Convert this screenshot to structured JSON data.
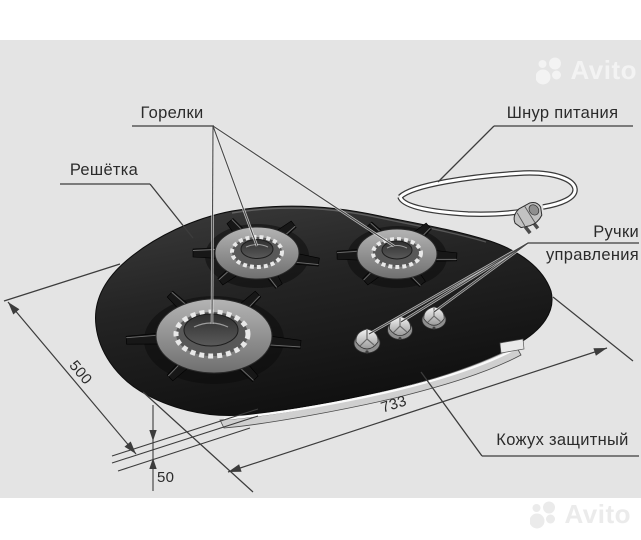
{
  "labels": {
    "burners": "Горелки",
    "grate": "Решётка",
    "power_cord": "Шнур питания",
    "control_knobs": [
      "Ручки",
      "управления"
    ],
    "protective_casing": "Кожух защитный"
  },
  "dimensions": {
    "depth": "500",
    "width": "733",
    "edge_height": "50"
  },
  "watermark": {
    "brand": "Avito"
  },
  "colors": {
    "page_bg": "#ffffff",
    "canvas_bg": "#e4e4e4",
    "line": "#3c3c3c",
    "text": "#2b2b2b",
    "glass_top": "#1f1f1f",
    "casing": "#cfcfcf",
    "watermark_bottom": "#ebebeb"
  }
}
